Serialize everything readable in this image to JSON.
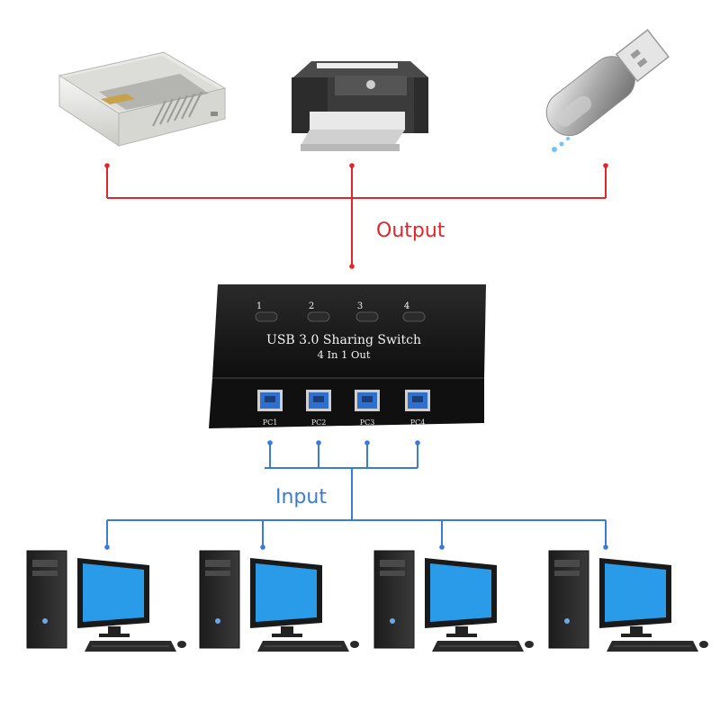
{
  "colors": {
    "output_line": "#e0262a",
    "input_line": "#3a7bd5",
    "switch_body": "#1a1a1a",
    "port_blue": "#2f6fd0",
    "monitor_screen": "#2a9be8"
  },
  "labels": {
    "output": "Output",
    "input": "Input"
  },
  "switch": {
    "buttons": [
      "1",
      "2",
      "3",
      "4"
    ],
    "title": "USB 3.0 Sharing Switch",
    "subtitle": "4 In 1 Out",
    "ports": [
      "PC1",
      "PC2",
      "PC3",
      "PC4"
    ]
  },
  "devices": {
    "output": [
      "scanner-icon",
      "printer-icon",
      "usb-flash-drive-icon"
    ],
    "input": [
      "computer-icon",
      "computer-icon",
      "computer-icon",
      "computer-icon"
    ]
  }
}
